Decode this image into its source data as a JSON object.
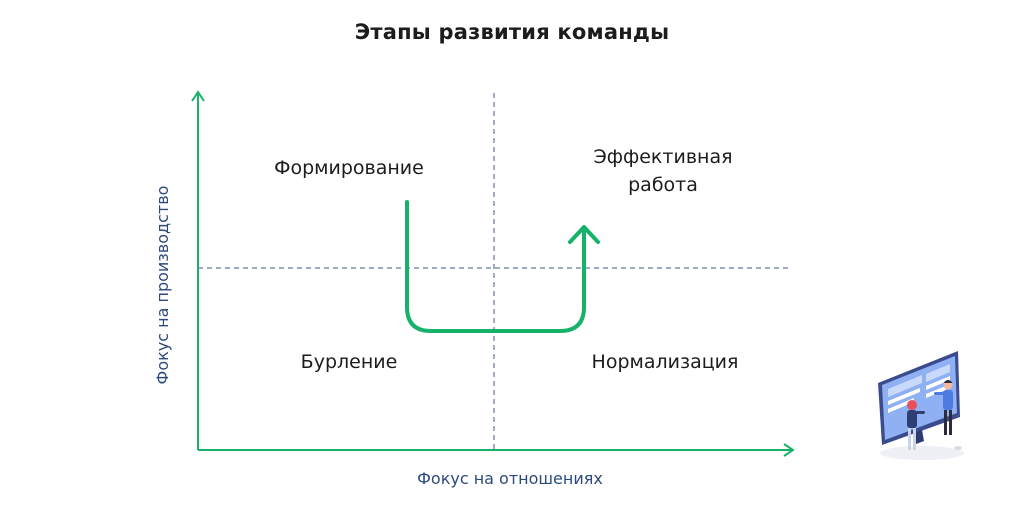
{
  "title": "Этапы развития команды",
  "axes": {
    "x_label": "Фокус на отношениях",
    "y_label": "Фокус на производство"
  },
  "quadrants": {
    "top_left": "Формирование",
    "top_right": "Эффективная\nработа",
    "bottom_left": "Бурление",
    "bottom_right": "Нормализация"
  },
  "colors": {
    "axis": "#17b26a",
    "path": "#17b26a",
    "divider": "#3d5a8c",
    "axis_text": "#2d4a7c",
    "title_text": "#1c1c1c"
  },
  "illustration": {
    "icon": "team-at-screen-illustration"
  }
}
